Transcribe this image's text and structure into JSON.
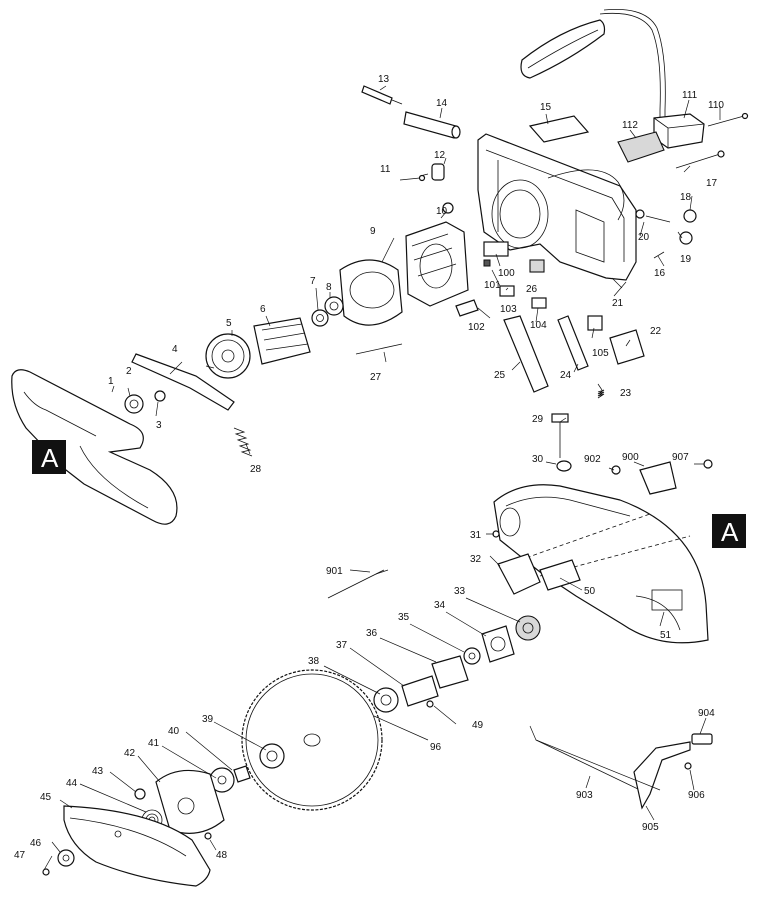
{
  "markers": {
    "left": "A",
    "right": "A"
  },
  "parts": {
    "p1": "1",
    "p2": "2",
    "p3": "3",
    "p4": "4",
    "p5": "5",
    "p6": "6",
    "p7": "7",
    "p8": "8",
    "p9": "9",
    "p10": "10",
    "p11": "11",
    "p12": "12",
    "p13": "13",
    "p14": "14",
    "p15": "15",
    "p16": "16",
    "p17": "17",
    "p18": "18",
    "p19": "19",
    "p20": "20",
    "p21": "21",
    "p22": "22",
    "p23": "23",
    "p24": "24",
    "p25": "25",
    "p26": "26",
    "p27": "27",
    "p28": "28",
    "p29": "29",
    "p30": "30",
    "p31": "31",
    "p32": "32",
    "p33": "33",
    "p34": "34",
    "p35": "35",
    "p36": "36",
    "p37": "37",
    "p38": "38",
    "p39": "39",
    "p40": "40",
    "p41": "41",
    "p42": "42",
    "p43": "43",
    "p44": "44",
    "p45": "45",
    "p46": "46",
    "p47": "47",
    "p48": "48",
    "p49": "49",
    "p50": "50",
    "p51": "51",
    "p96": "96",
    "p100": "100",
    "p101": "101",
    "p102": "102",
    "p103": "103",
    "p104": "104",
    "p105": "105",
    "p110": "110",
    "p111": "111",
    "p112": "112",
    "p900": "900",
    "p901": "901",
    "p902": "902",
    "p903": "903",
    "p904": "904",
    "p905": "905",
    "p906": "906",
    "p907": "907"
  }
}
